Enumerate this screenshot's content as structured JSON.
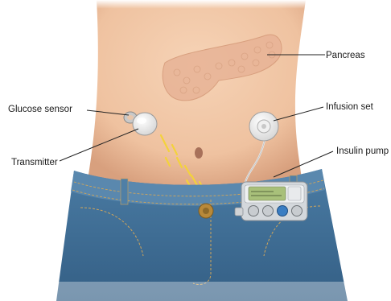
{
  "labels": {
    "pancreas": "Pancreas",
    "glucose_sensor": "Glucose sensor",
    "infusion_set": "Infusion set",
    "transmitter": "Transmitter",
    "insulin_pump": "Insulin pump"
  },
  "colors": {
    "skin": "#f2c8a8",
    "skin_shadow": "#d9a583",
    "pancreas": "#e8b396",
    "denim": "#3f6f96",
    "denim_dark": "#2b4f70",
    "signal": "#f3d23c",
    "device": "#f5f5f5",
    "pump_body": "#cfd3d8",
    "pump_screen": "#a8c07a",
    "leader_line": "#222222"
  },
  "icons": {
    "button_1": "grey-round-button",
    "button_2": "grey-round-button",
    "button_3": "blue-round-button",
    "button_4": "grey-round-button"
  }
}
